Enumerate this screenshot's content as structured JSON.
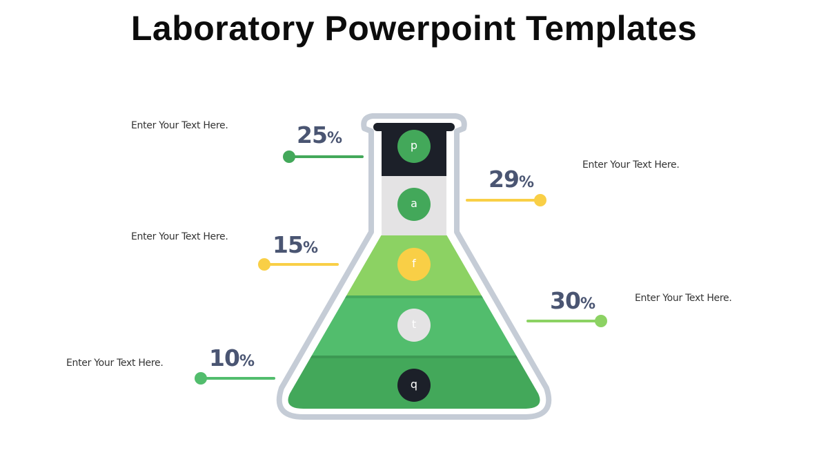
{
  "title": "Laboratory Powerpoint Templates",
  "colors": {
    "dark": "#1c2029",
    "green_dark": "#43a85a",
    "green_mid": "#52bd6d",
    "green_light": "#8cd263",
    "yellow": "#f9cf46",
    "grey_light": "#e4e3e4",
    "outline": "#c5ccd6",
    "pct_text": "#4a5572"
  },
  "items": [
    {
      "letter": "p",
      "percent": "25",
      "label": "Enter Your Text Here.",
      "side": "left"
    },
    {
      "letter": "a",
      "percent": "29",
      "label": "Enter Your Text Here.",
      "side": "right"
    },
    {
      "letter": "f",
      "percent": "15",
      "label": "Enter Your Text Here.",
      "side": "left"
    },
    {
      "letter": "t",
      "percent": "30",
      "label": "Enter Your Text Here.",
      "side": "right"
    },
    {
      "letter": "q",
      "percent": "10",
      "label": "Enter Your Text Here.",
      "side": "left"
    }
  ],
  "percent_sign": "%"
}
